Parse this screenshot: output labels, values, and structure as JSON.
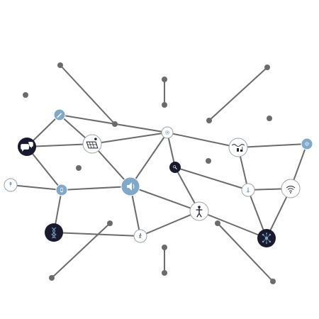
{
  "diagram": {
    "colors": {
      "edge": "#6b6b6b",
      "dark": "#1a1a2e",
      "blue": "#7fa8c9",
      "white": "#ffffff",
      "outline": "#9aa4ad"
    },
    "nodes": [
      {
        "id": "pen",
        "icon": "pen-icon",
        "style": "blue"
      },
      {
        "id": "chat",
        "icon": "chat-bubbles-icon",
        "style": "dark"
      },
      {
        "id": "solar",
        "icon": "solar-panel-icon",
        "style": "white"
      },
      {
        "id": "gear",
        "icon": "gear-icon",
        "style": "white"
      },
      {
        "id": "weather",
        "icon": "weather-station-icon",
        "style": "white"
      },
      {
        "id": "globe",
        "icon": "globe-icon",
        "style": "blue"
      },
      {
        "id": "search",
        "icon": "magnifier-icon",
        "style": "dark"
      },
      {
        "id": "bulb",
        "icon": "lightbulb-icon",
        "style": "white"
      },
      {
        "id": "phone",
        "icon": "smartphone-icon",
        "style": "blue"
      },
      {
        "id": "speaker",
        "icon": "speaker-icon",
        "style": "blue"
      },
      {
        "id": "thermo",
        "icon": "thermometer-icon",
        "style": "white"
      },
      {
        "id": "wifi",
        "icon": "wifi-icon",
        "style": "white"
      },
      {
        "id": "person",
        "icon": "person-icon",
        "style": "white"
      },
      {
        "id": "dna",
        "icon": "dna-icon",
        "style": "dark"
      },
      {
        "id": "walker",
        "icon": "walking-person-icon",
        "style": "white"
      },
      {
        "id": "network",
        "icon": "network-hub-icon",
        "style": "dark"
      }
    ],
    "edges": [
      [
        "pen",
        "chat"
      ],
      [
        "pen",
        "solar"
      ],
      [
        "pen",
        "gear"
      ],
      [
        "chat",
        "solar"
      ],
      [
        "chat",
        "phone"
      ],
      [
        "solar",
        "gear"
      ],
      [
        "solar",
        "speaker"
      ],
      [
        "gear",
        "weather"
      ],
      [
        "gear",
        "speaker"
      ],
      [
        "gear",
        "search"
      ],
      [
        "weather",
        "globe"
      ],
      [
        "weather",
        "thermo"
      ],
      [
        "globe",
        "wifi"
      ],
      [
        "search",
        "person"
      ],
      [
        "search",
        "thermo"
      ],
      [
        "thermo",
        "wifi"
      ],
      [
        "thermo",
        "network"
      ],
      [
        "wifi",
        "network"
      ],
      [
        "phone",
        "bulb"
      ],
      [
        "phone",
        "speaker"
      ],
      [
        "phone",
        "dna"
      ],
      [
        "speaker",
        "person"
      ],
      [
        "speaker",
        "walker"
      ],
      [
        "dna",
        "walker"
      ],
      [
        "walker",
        "person"
      ],
      [
        "person",
        "network"
      ]
    ]
  }
}
